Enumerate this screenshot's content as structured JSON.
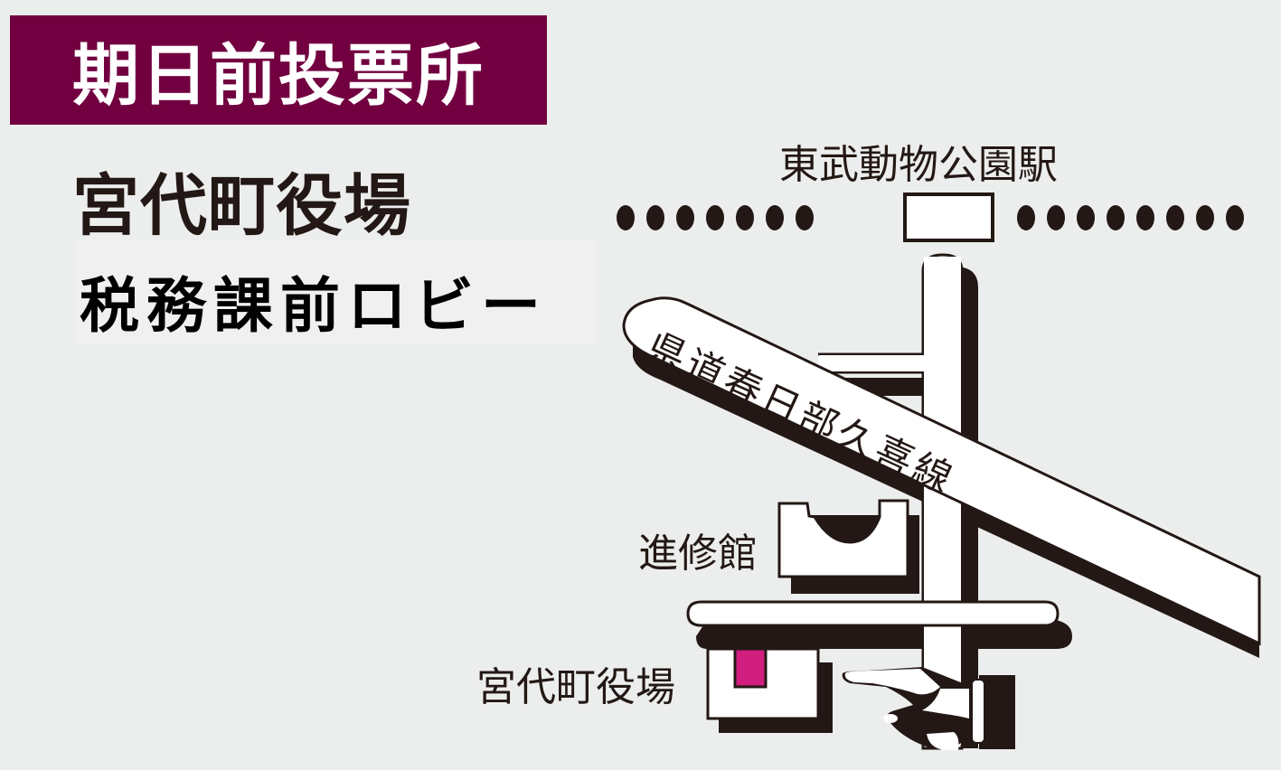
{
  "header": {
    "banner_title": "期日前投票所",
    "venue_name": "宮代町役場",
    "venue_location": "税務課前ロビー"
  },
  "map": {
    "station_label": "東武動物公園駅",
    "road_label": "県道春日部久喜線",
    "landmark_label": "進修館",
    "destination_label": "宮代町役場",
    "icons": {
      "railway": "dotted-railway-line",
      "station": "station-box",
      "pointer": "pointing-hand-icon",
      "destination_marker": "magenta-square"
    }
  },
  "colors": {
    "banner_bg": "#720040",
    "page_bg": "#eceeed",
    "ink": "#231815",
    "destination_marker": "#d11e7f",
    "road_fill": "#ffffff"
  }
}
